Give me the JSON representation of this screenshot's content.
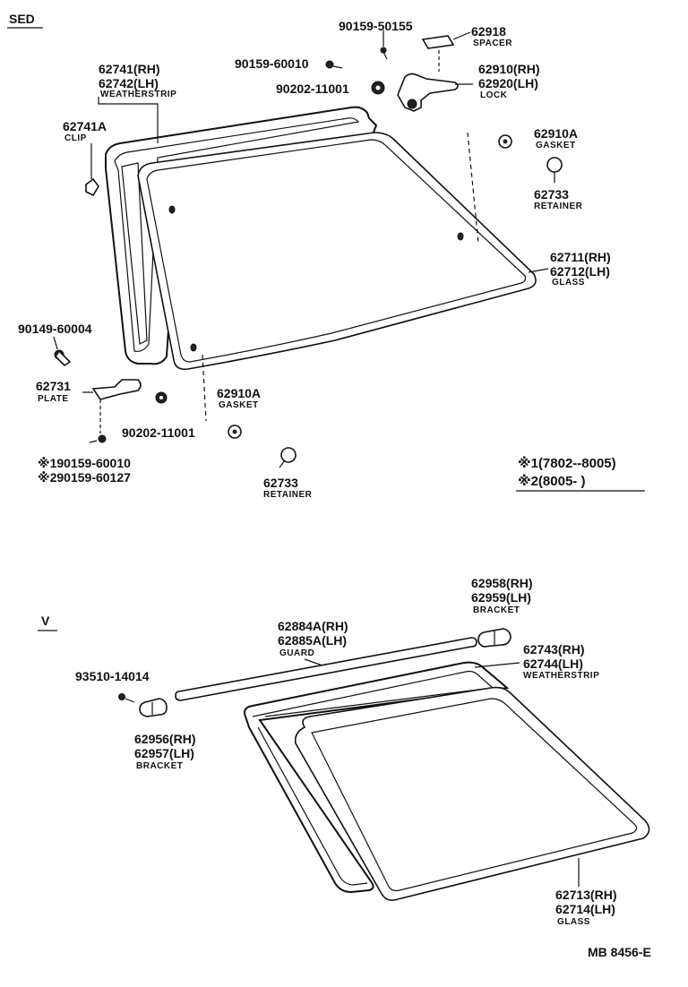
{
  "sections": {
    "sed": "SED",
    "v": "V"
  },
  "sed_labels": {
    "spacer_pn": "62918",
    "spacer_name": "SPACER",
    "screw_top": "90159-50155",
    "screw_mid": "90159-60010",
    "washer_top": "90202-11001",
    "lock_rh": "62910(RH)",
    "lock_lh": "62920(LH)",
    "lock_name": "LOCK",
    "ws_rh": "62741(RH)",
    "ws_lh": "62742(LH)",
    "ws_name": "WEATHERSTRIP",
    "clip_pn": "62741A",
    "clip_name": "CLIP",
    "gasket_top_pn": "62910A",
    "gasket_top_name": "GASKET",
    "retainer_top_pn": "62733",
    "retainer_top_name": "RETAINER",
    "glass_rh": "62711(RH)",
    "glass_lh": "62712(LH)",
    "glass_name": "GLASS",
    "bolt_left": "90149-60004",
    "plate_pn": "62731",
    "plate_name": "PLATE",
    "gasket_bot_pn": "62910A",
    "gasket_bot_name": "GASKET",
    "washer_bot": "90202-11001",
    "note_screw1": "※190159-60010",
    "note_screw2": "※290159-60127",
    "retainer_bot_pn": "62733",
    "retainer_bot_name": "RETAINER",
    "range1": "※1(7802--8005)",
    "range2": "※2(8005-        )"
  },
  "v_labels": {
    "bracket_r_rh": "62958(RH)",
    "bracket_r_lh": "62959(LH)",
    "bracket_r_name": "BRACKET",
    "guard_rh": "62884A(RH)",
    "guard_lh": "62885A(LH)",
    "guard_name": "GUARD",
    "ws_rh": "62743(RH)",
    "ws_lh": "62744(LH)",
    "ws_name": "WEATHERSTRIP",
    "screw": "93510-14014",
    "bracket_l_rh": "62956(RH)",
    "bracket_l_lh": "62957(LH)",
    "bracket_l_name": "BRACKET",
    "glass_rh": "62713(RH)",
    "glass_lh": "62714(LH)",
    "glass_name": "GLASS"
  },
  "footer": {
    "code": "MB  8456-E"
  }
}
